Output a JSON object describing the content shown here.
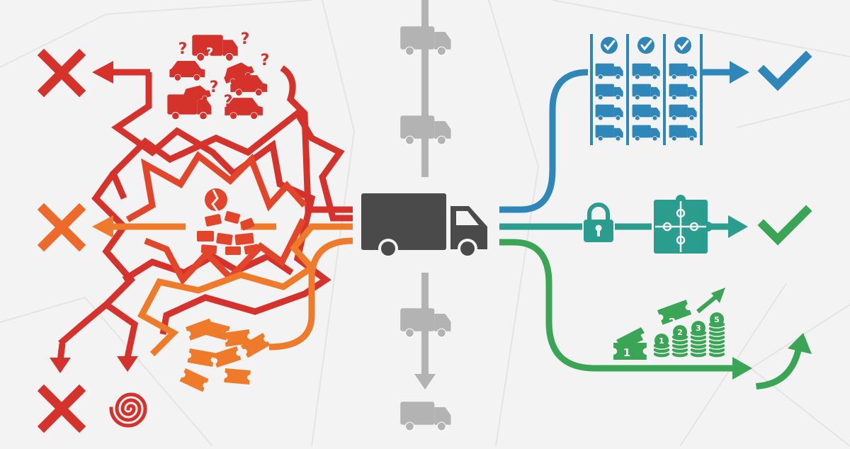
{
  "colors": {
    "background": "#f3f3f3",
    "red": "#d6322c",
    "red_orange": "#e2452a",
    "orange": "#ee7a2a",
    "gray": "#b3b3b3",
    "dark_gray": "#4a4a4a",
    "blue": "#2f86b8",
    "teal": "#2a9d8f",
    "green": "#3aa655"
  },
  "glyphs": {
    "question": "?",
    "ticket_one": "1",
    "ticket_two": "2",
    "coin_one": "1",
    "coin_two": "2",
    "coin_three": "3",
    "coin_five": "5"
  },
  "icons": {
    "left_outcomes": [
      "x-icon",
      "x-icon",
      "x-icon",
      "spiral-icon"
    ],
    "right_outcomes": [
      "check-icon",
      "check-icon",
      "up-arrow-icon"
    ],
    "center": "delivery-truck-icon",
    "fleet_grid_columns": 3,
    "fleet_grid_rows": 4
  }
}
